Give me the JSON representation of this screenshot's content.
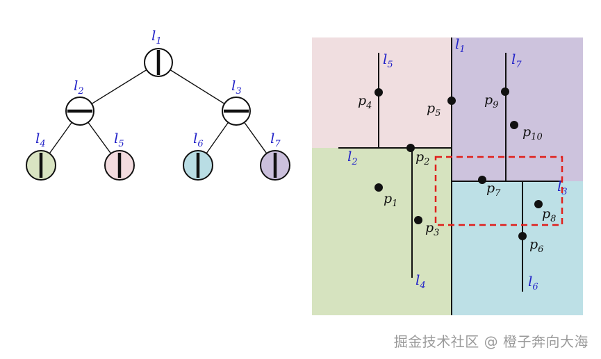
{
  "tree": {
    "nodes": [
      {
        "id": "n1",
        "label": "l",
        "sub": "1",
        "fill": "#ffffff",
        "split": "vertical"
      },
      {
        "id": "n2",
        "label": "l",
        "sub": "2",
        "fill": "#ffffff",
        "split": "horizontal"
      },
      {
        "id": "n3",
        "label": "l",
        "sub": "3",
        "fill": "#ffffff",
        "split": "horizontal"
      },
      {
        "id": "n4",
        "label": "l",
        "sub": "4",
        "fill": "#d9e4c2",
        "split": "vertical"
      },
      {
        "id": "n5",
        "label": "l",
        "sub": "5",
        "fill": "#f3dcdf",
        "split": "vertical"
      },
      {
        "id": "n6",
        "label": "l",
        "sub": "6",
        "fill": "#b9dde4",
        "split": "vertical"
      },
      {
        "id": "n7",
        "label": "l",
        "sub": "7",
        "fill": "#cbc0dc",
        "split": "vertical"
      }
    ]
  },
  "partition": {
    "regions": [
      {
        "id": "top-left",
        "fill": "#f0dee0"
      },
      {
        "id": "bottom-left",
        "fill": "#d6e3bf"
      },
      {
        "id": "top-right",
        "fill": "#cdc3dd"
      },
      {
        "id": "bottom-right",
        "fill": "#bde0e6"
      }
    ],
    "split_lines": [
      {
        "label": "l",
        "sub": "1"
      },
      {
        "label": "l",
        "sub": "2"
      },
      {
        "label": "l",
        "sub": "3"
      },
      {
        "label": "l",
        "sub": "4"
      },
      {
        "label": "l",
        "sub": "5"
      },
      {
        "label": "l",
        "sub": "6"
      },
      {
        "label": "l",
        "sub": "7"
      }
    ],
    "points": [
      {
        "label": "p",
        "sub": "1"
      },
      {
        "label": "p",
        "sub": "2"
      },
      {
        "label": "p",
        "sub": "3"
      },
      {
        "label": "p",
        "sub": "4"
      },
      {
        "label": "p",
        "sub": "5"
      },
      {
        "label": "p",
        "sub": "6"
      },
      {
        "label": "p",
        "sub": "7"
      },
      {
        "label": "p",
        "sub": "8"
      },
      {
        "label": "p",
        "sub": "9"
      },
      {
        "label": "p",
        "sub": "10"
      }
    ],
    "query_box_color": "#e0201c"
  },
  "watermark": "掘金技术社区 @ 橙子奔向大海"
}
